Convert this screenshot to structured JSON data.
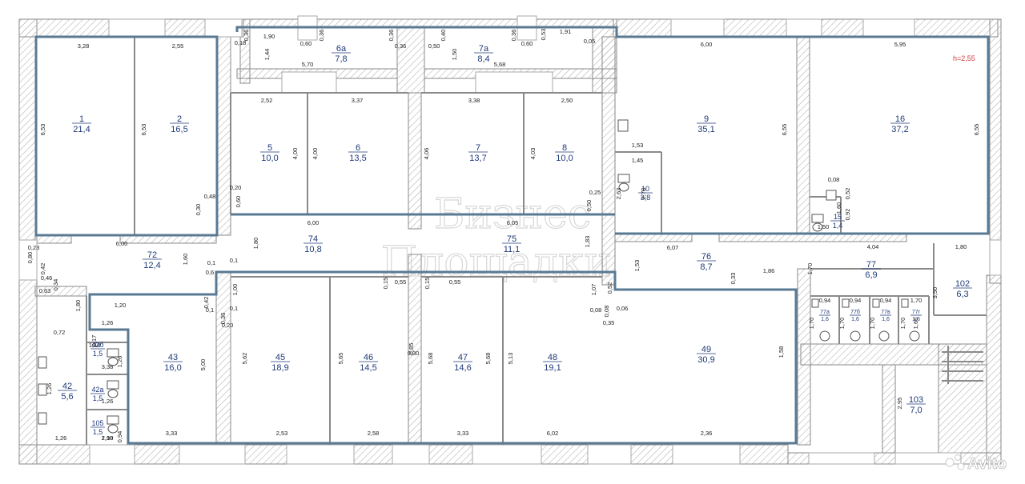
{
  "colors": {
    "wall_outline": "#8a8a8a",
    "wall_hatch": "#b5b5b5",
    "highlight": "#5a7a93",
    "room_text": "#1f3a7a",
    "dim_text": "#222222",
    "window": "#a9a9a9",
    "height_mark": "#d33a3a",
    "watermark": "#d8d8d8"
  },
  "height_mark": "h=2,55",
  "watermark": [
    "Бизнес",
    "Площадки"
  ],
  "brand": "Avito",
  "rooms": [
    {
      "id": "1",
      "area": "21,4"
    },
    {
      "id": "2",
      "area": "16,5"
    },
    {
      "id": "6а",
      "area": "7,8"
    },
    {
      "id": "7а",
      "area": "8,4"
    },
    {
      "id": "9",
      "area": "35,1"
    },
    {
      "id": "16",
      "area": "37,2"
    },
    {
      "id": "5",
      "area": "10,0"
    },
    {
      "id": "6",
      "area": "13,5"
    },
    {
      "id": "7",
      "area": "13,7"
    },
    {
      "id": "8",
      "area": "10,0"
    },
    {
      "id": "10",
      "area": "3,8"
    },
    {
      "id": "15",
      "area": "1,4"
    },
    {
      "id": "72",
      "area": "12,4"
    },
    {
      "id": "74",
      "area": "10,8"
    },
    {
      "id": "75",
      "area": "11,1"
    },
    {
      "id": "76",
      "area": "8,7"
    },
    {
      "id": "77",
      "area": "6,9"
    },
    {
      "id": "102",
      "area": "6,3"
    },
    {
      "id": "43",
      "area": "16,0"
    },
    {
      "id": "45",
      "area": "18,9"
    },
    {
      "id": "46",
      "area": "14,5"
    },
    {
      "id": "47",
      "area": "14,6"
    },
    {
      "id": "48",
      "area": "19,1"
    },
    {
      "id": "49",
      "area": "30,9"
    },
    {
      "id": "42",
      "area": "5,6"
    },
    {
      "id": "42б",
      "area": "1,5"
    },
    {
      "id": "42а",
      "area": "1,5"
    },
    {
      "id": "105",
      "area": "1,5"
    },
    {
      "id": "103",
      "area": "7,0"
    },
    {
      "id": "77а",
      "area": "1,6"
    },
    {
      "id": "77б",
      "area": "1,6"
    },
    {
      "id": "77в",
      "area": "1,6"
    },
    {
      "id": "77г",
      "area": "1,6"
    }
  ],
  "dimensions": [
    "3,28",
    "2,55",
    "6,53",
    "6,53",
    "1,90",
    "0,36",
    "0,36",
    "0,18",
    "0,60",
    "0,36",
    "1,44",
    "0,36",
    "5,70",
    "0,40",
    "0,36",
    "0,53",
    "1,91",
    "0,50",
    "1,50",
    "0,60",
    "0,05",
    "5,68",
    "6,00",
    "5,95",
    "6,55",
    "6,55",
    "2,52",
    "3,37",
    "3,38",
    "2,50",
    "4,00",
    "4,00",
    "4,06",
    "4,03",
    "0,48",
    "0,30",
    "0,20",
    "0,60",
    "0,25",
    "0,50",
    "1,53",
    "1,45",
    "2,63",
    "2,73",
    "0,08",
    "0,52",
    "0,92",
    "1,60",
    "1,50",
    "6,00",
    "6,05",
    "6,00",
    "1,60",
    "1,80",
    "1,83",
    "0,23",
    "0,80",
    "0,42",
    "0,46",
    "0,34",
    "0,63",
    "0,1",
    "0,1",
    "0,6",
    "0,15",
    "0,55",
    "0,15",
    "0,55",
    "6,07",
    "1,53",
    "4,04",
    "1,80",
    "1,70",
    "0,33",
    "1,86",
    "3,50",
    "1,07",
    "0,52",
    "0,08",
    "0,06",
    "0,08",
    "0,35",
    "1,00",
    "0,42",
    "0,1",
    "0,36",
    "0,1",
    "0,20",
    "1,80",
    "1,20",
    "1,26",
    "5,00",
    "5,62",
    "5,65",
    "0,85",
    "0,30",
    "5,68",
    "5,68",
    "5,13",
    "1,58",
    "0,72",
    "0,17",
    "1,18",
    "1,26",
    "3,38",
    "1,26",
    "1,26",
    "1,18",
    "0,94",
    "0,94",
    "0,94",
    "0,94",
    "1,70",
    "1,70",
    "1,70",
    "1,70",
    "1,70",
    "1,66",
    "1,26",
    "2,90",
    "3,33",
    "2,53",
    "2,58",
    "3,33",
    "6,02",
    "2,36",
    "2,95"
  ]
}
